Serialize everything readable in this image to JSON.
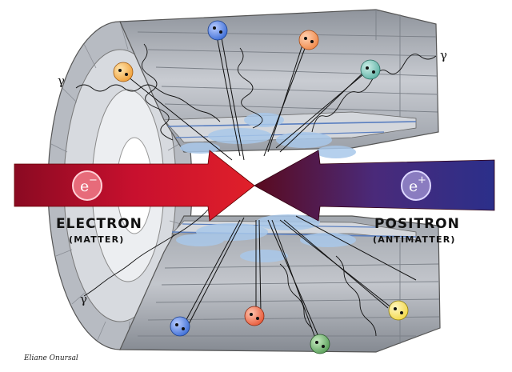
{
  "labels": {
    "electron": "ELECTRON",
    "electron_sub": "(MATTER)",
    "positron": "POSITRON",
    "positron_sub": "(ANTIMATTER)",
    "credit": "Eliane Onursal",
    "gamma": "γ",
    "electron_symbol": "e",
    "electron_sup": "−",
    "positron_symbol": "e",
    "positron_sup": "+"
  },
  "colors": {
    "detector": "#a9aeb6",
    "electron_arrow": "#c8102e",
    "positron_arrow": "#4a2a7a",
    "particle_blue": "#3f6fd6",
    "particle_orange": "#f08a4b",
    "particle_teal": "#5fb3a6",
    "particle_yellow": "#f2d84a",
    "particle_green": "#5aa05a",
    "spray": "#a9c8ea"
  }
}
